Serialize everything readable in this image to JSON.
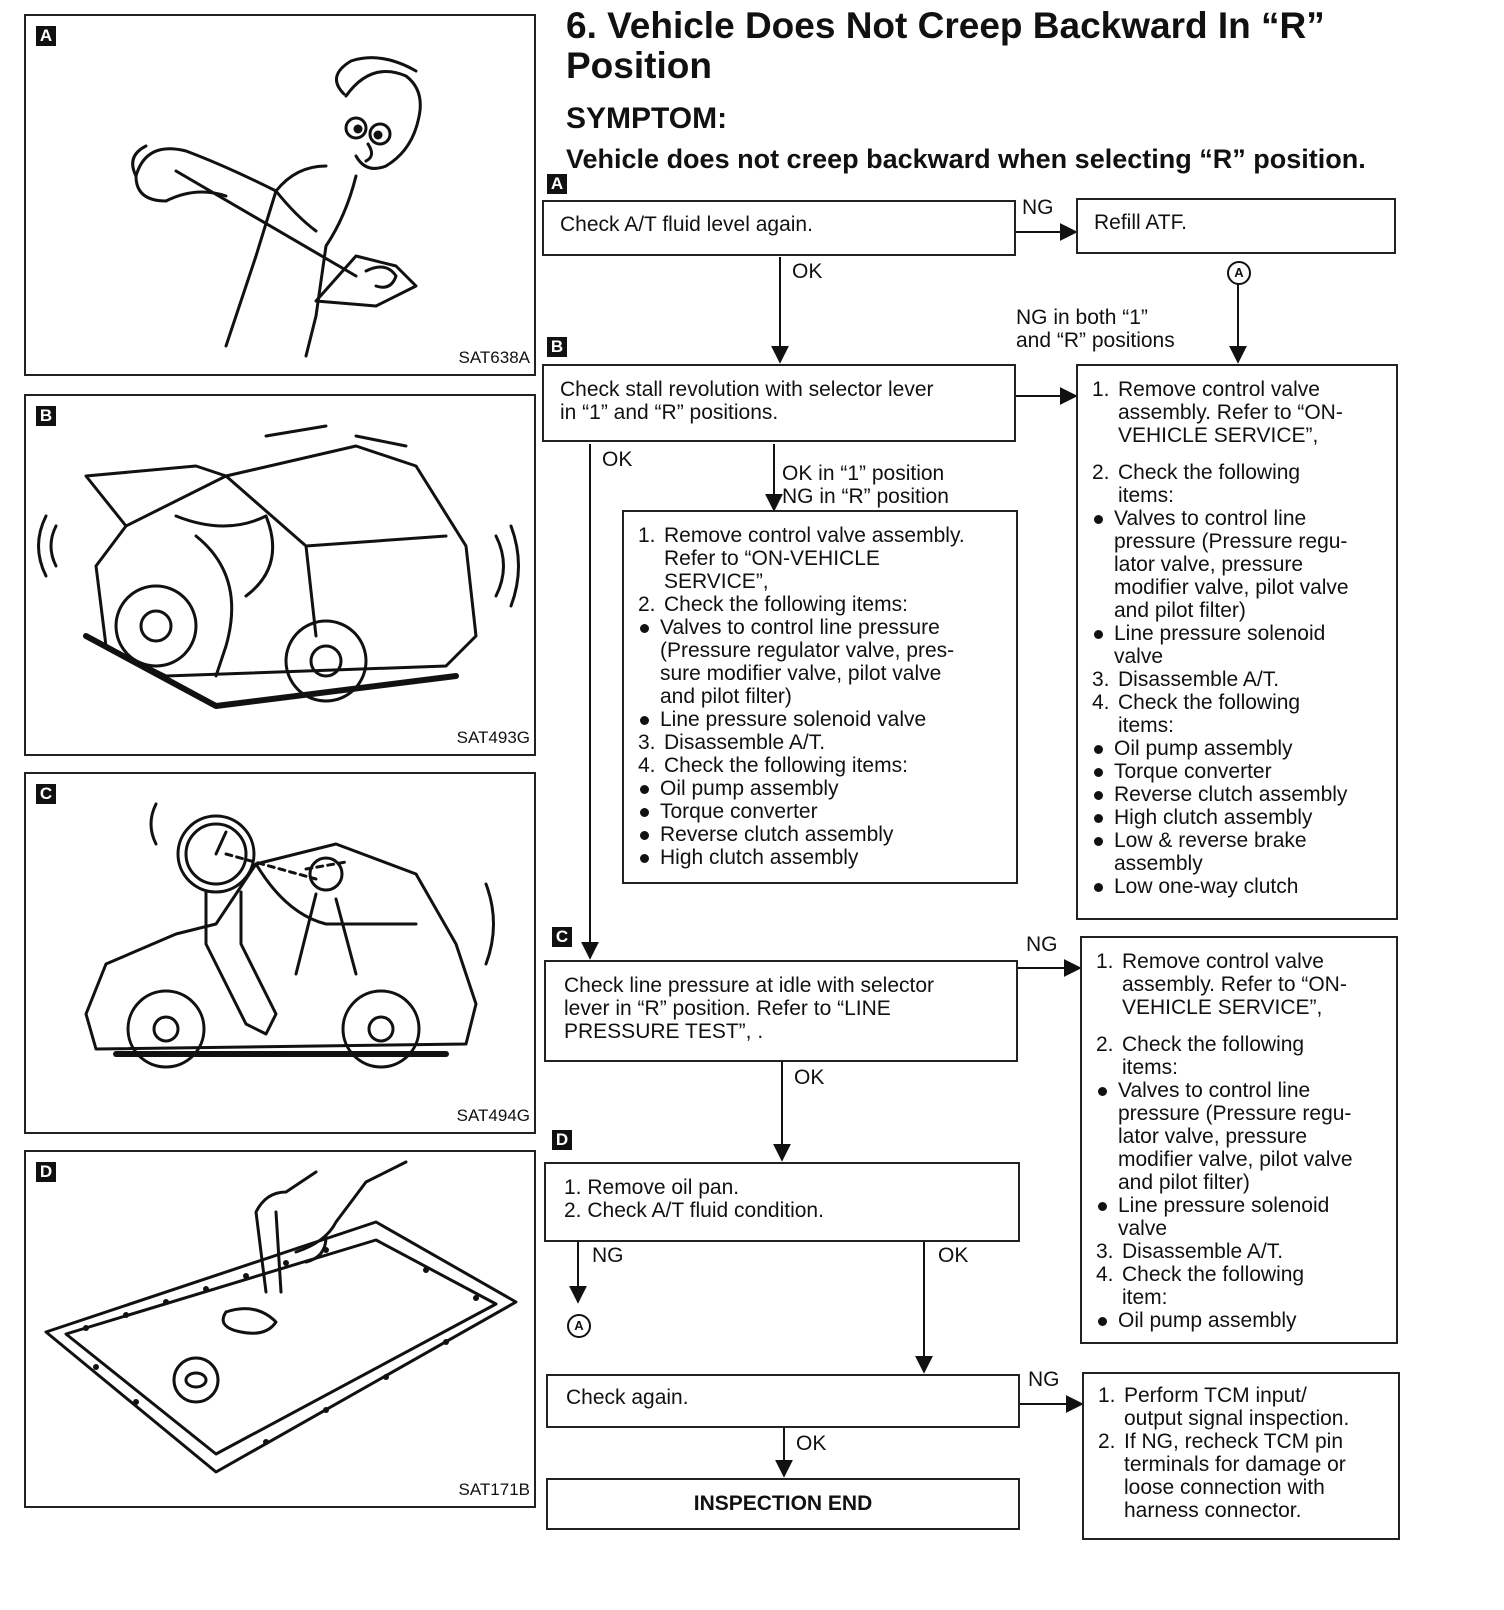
{
  "title": {
    "line1": "6. Vehicle Does Not Creep Backward In “R”",
    "line2": "Position"
  },
  "symptom_heading": "SYMPTOM:",
  "symptom_text": "Vehicle does not creep backward when selecting “R” position.",
  "illustrations": [
    {
      "tag": "A",
      "code": "SAT638A"
    },
    {
      "tag": "B",
      "code": "SAT493G"
    },
    {
      "tag": "C",
      "code": "SAT494G"
    },
    {
      "tag": "D",
      "code": "SAT171B"
    }
  ],
  "flow": {
    "step_tags": {
      "a": "A",
      "b": "B",
      "c": "C",
      "d": "D"
    },
    "a_box": "Check A/T fluid level again.",
    "refill_box": "Refill ATF.",
    "circle_a": "A",
    "b_box": [
      "Check stall revolution with selector lever",
      "in “1” and “R” positions."
    ],
    "c_box": [
      "Check line pressure at idle with selector",
      "lever in “R” position. Refer to “LINE",
      "PRESSURE TEST”, ."
    ],
    "d_box": [
      "1. Remove oil pan.",
      "2. Check A/T fluid condition."
    ],
    "check_again": "Check again.",
    "inspection_end": "INSPECTION END",
    "labels": {
      "ng": "NG",
      "ok": "OK",
      "ng_both": [
        "NG in both “1”",
        "and “R” positions"
      ],
      "ok1_ngr": [
        "OK in “1” position",
        "NG in “R” position"
      ]
    },
    "middle_box": [
      {
        "t": "n",
        "n": "1.",
        "s": "Remove control valve assembly."
      },
      {
        "t": "i",
        "s": "Refer to “ON-VEHICLE"
      },
      {
        "t": "i",
        "s": "SERVICE”,"
      },
      {
        "t": "n",
        "n": "2.",
        "s": "Check the following items:"
      },
      {
        "t": "b",
        "s": "Valves to control line pressure"
      },
      {
        "t": "c",
        "s": "(Pressure regulator valve, pres-"
      },
      {
        "t": "c",
        "s": "sure modifier valve, pilot valve"
      },
      {
        "t": "c",
        "s": "and pilot filter)"
      },
      {
        "t": "b",
        "s": "Line pressure solenoid valve"
      },
      {
        "t": "n",
        "n": "3.",
        "s": "Disassemble A/T."
      },
      {
        "t": "n",
        "n": "4.",
        "s": "Check the following items:"
      },
      {
        "t": "b",
        "s": "Oil pump assembly"
      },
      {
        "t": "b",
        "s": "Torque converter"
      },
      {
        "t": "b",
        "s": "Reverse clutch assembly"
      },
      {
        "t": "b",
        "s": "High clutch assembly"
      }
    ],
    "right_box1": [
      {
        "t": "n",
        "n": "1.",
        "s": "Remove control valve"
      },
      {
        "t": "i",
        "s": "assembly. Refer to “ON-"
      },
      {
        "t": "i",
        "s": "VEHICLE SERVICE”,"
      },
      {
        "t": "g",
        "s": ""
      },
      {
        "t": "n",
        "n": "2.",
        "s": "Check the following"
      },
      {
        "t": "i",
        "s": "items:"
      },
      {
        "t": "b",
        "s": "Valves to control line"
      },
      {
        "t": "c",
        "s": "pressure (Pressure regu-"
      },
      {
        "t": "c",
        "s": "lator valve, pressure"
      },
      {
        "t": "c",
        "s": "modifier valve, pilot valve"
      },
      {
        "t": "c",
        "s": "and pilot filter)"
      },
      {
        "t": "b",
        "s": "Line pressure solenoid"
      },
      {
        "t": "c",
        "s": "valve"
      },
      {
        "t": "n",
        "n": "3.",
        "s": "Disassemble A/T."
      },
      {
        "t": "n",
        "n": "4.",
        "s": "Check the following"
      },
      {
        "t": "i",
        "s": "items:"
      },
      {
        "t": "b",
        "s": "Oil pump assembly"
      },
      {
        "t": "b",
        "s": "Torque converter"
      },
      {
        "t": "b",
        "s": "Reverse clutch assembly"
      },
      {
        "t": "b",
        "s": "High clutch assembly"
      },
      {
        "t": "b",
        "s": "Low & reverse brake"
      },
      {
        "t": "c",
        "s": "assembly"
      },
      {
        "t": "b",
        "s": "Low one-way clutch"
      }
    ],
    "right_box2": [
      {
        "t": "n",
        "n": "1.",
        "s": "Remove control valve"
      },
      {
        "t": "i",
        "s": "assembly. Refer to “ON-"
      },
      {
        "t": "i",
        "s": "VEHICLE SERVICE”,"
      },
      {
        "t": "g",
        "s": ""
      },
      {
        "t": "n",
        "n": "2.",
        "s": "Check the following"
      },
      {
        "t": "i",
        "s": "items:"
      },
      {
        "t": "b",
        "s": "Valves to control line"
      },
      {
        "t": "c",
        "s": "pressure (Pressure regu-"
      },
      {
        "t": "c",
        "s": "lator valve, pressure"
      },
      {
        "t": "c",
        "s": "modifier valve, pilot valve"
      },
      {
        "t": "c",
        "s": "and pilot filter)"
      },
      {
        "t": "b",
        "s": "Line pressure solenoid"
      },
      {
        "t": "c",
        "s": "valve"
      },
      {
        "t": "n",
        "n": "3.",
        "s": "Disassemble A/T."
      },
      {
        "t": "n",
        "n": "4.",
        "s": "Check the following"
      },
      {
        "t": "i",
        "s": "item:"
      },
      {
        "t": "b",
        "s": "Oil pump assembly"
      }
    ],
    "right_box3": [
      {
        "t": "n",
        "n": "1.",
        "s": "Perform TCM input/"
      },
      {
        "t": "i",
        "s": "output signal inspection."
      },
      {
        "t": "n",
        "n": "2.",
        "s": "If NG, recheck TCM pin"
      },
      {
        "t": "i",
        "s": "terminals for damage or"
      },
      {
        "t": "i",
        "s": "loose connection with"
      },
      {
        "t": "i",
        "s": "harness connector."
      }
    ]
  }
}
